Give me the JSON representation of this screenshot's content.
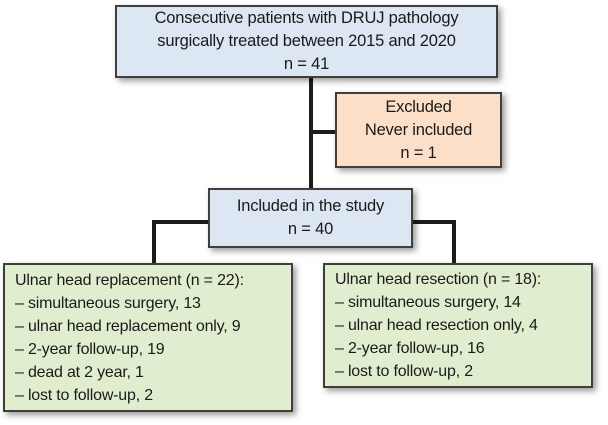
{
  "colors": {
    "box_blue": "#dde6f3",
    "box_peach": "#fcdfc8",
    "box_green": "#e0eecf",
    "box_border": "#3f3f3f",
    "connector": "#1c1c1c",
    "text": "#1a1a1a"
  },
  "boxes": {
    "enrollment": {
      "lines": [
        "Consecutive patients with DRUJ pathology",
        "surgically treated between 2015 and 2020",
        "n = 41"
      ]
    },
    "excluded": {
      "lines": [
        "Excluded",
        "Never included",
        "n = 1"
      ]
    },
    "included": {
      "lines": [
        "Included in the study",
        "n = 40"
      ]
    },
    "replacement_arm": {
      "title": "Ulnar head replacement (n = 22):",
      "items": [
        "– simultaneous surgery, 13",
        "– ulnar head replacement only, 9",
        "– 2-year follow-up, 19",
        "– dead at 2 year, 1",
        "– lost to follow-up, 2"
      ]
    },
    "resection_arm": {
      "title": "Ulnar head resection (n = 18):",
      "items": [
        "– simultaneous surgery, 14",
        "– ulnar head resection only, 4",
        "– 2-year follow-up, 16",
        "– lost to follow-up, 2"
      ]
    }
  }
}
